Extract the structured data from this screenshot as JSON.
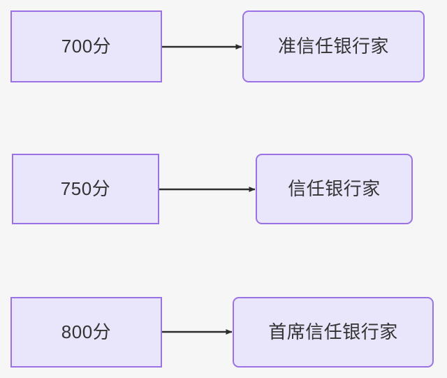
{
  "diagram": {
    "type": "flowchart",
    "direction": "left-to-right",
    "background_color": "#f6f6f6",
    "node_fill_color": "#e9e5fb",
    "node_border_color": "#9b72e6",
    "node_text_color": "#333333",
    "edge_color": "#2d2d2d",
    "rows": [
      {
        "id": "row-1",
        "source": {
          "label": "700分",
          "shape": "rectangle"
        },
        "target": {
          "label": "准信任银行家",
          "shape": "rounded-rectangle"
        },
        "edge": {
          "label": "",
          "arrow": "arrowhead-right"
        }
      },
      {
        "id": "row-2",
        "source": {
          "label": "750分",
          "shape": "rectangle"
        },
        "target": {
          "label": "信任银行家",
          "shape": "rounded-rectangle"
        },
        "edge": {
          "label": "",
          "arrow": "arrowhead-right"
        }
      },
      {
        "id": "row-3",
        "source": {
          "label": "800分",
          "shape": "rectangle"
        },
        "target": {
          "label": "首席信任银行家",
          "shape": "rounded-rectangle"
        },
        "edge": {
          "label": "",
          "arrow": "arrowhead-right"
        }
      }
    ]
  }
}
